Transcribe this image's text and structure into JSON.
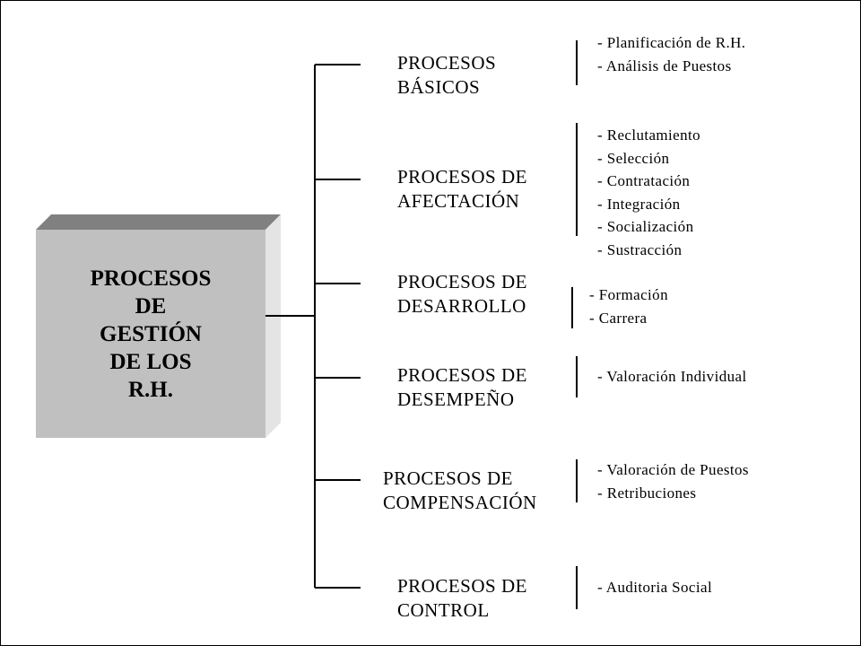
{
  "colors": {
    "box_front": "#c0c0c0",
    "box_top": "#808080",
    "box_side": "#e4e4e4",
    "lines": "#000000"
  },
  "root": {
    "lines": [
      "PROCESOS",
      "DE",
      "GESTIÓN",
      "DE LOS",
      "R.H."
    ]
  },
  "branches": [
    {
      "title": [
        "PROCESOS",
        "BÁSICOS"
      ],
      "items": [
        "- Planificación de R.H.",
        "- Análisis de Puestos"
      ]
    },
    {
      "title": [
        "PROCESOS DE",
        "AFECTACIÓN"
      ],
      "items": [
        "- Reclutamiento",
        "- Selección",
        "- Contratación",
        "- Integración",
        "- Socialización",
        "- Sustracción"
      ]
    },
    {
      "title": [
        "PROCESOS DE",
        "DESARROLLO"
      ],
      "items": [
        "- Formación",
        "- Carrera"
      ]
    },
    {
      "title": [
        "PROCESOS DE",
        "DESEMPEÑO"
      ],
      "items": [
        "- Valoración Individual"
      ]
    },
    {
      "title": [
        "PROCESOS DE",
        "COMPENSACIÓN"
      ],
      "items": [
        "- Valoración de Puestos",
        "- Retribuciones"
      ]
    },
    {
      "title": [
        "PROCESOS DE",
        "CONTROL"
      ],
      "items": [
        "- Auditoria Social"
      ]
    }
  ]
}
